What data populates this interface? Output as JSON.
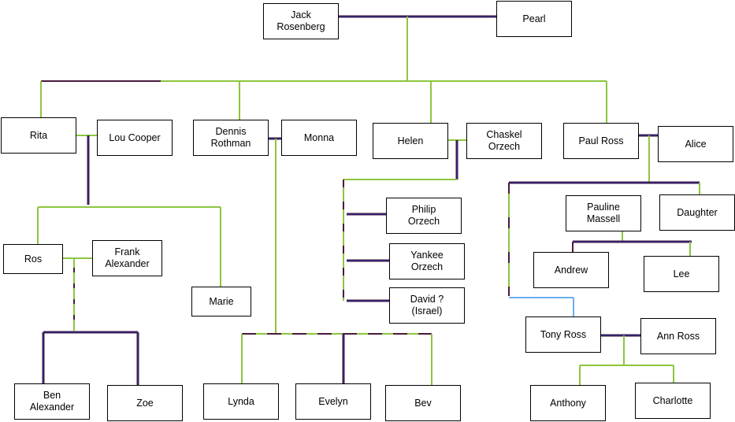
{
  "people": {
    "jack": "Jack\nRosenberg",
    "pearl": "Pearl",
    "rita": "Rita",
    "lou": "Lou Cooper",
    "dennis": "Dennis\nRothman",
    "monna": "Monna",
    "helen": "Helen",
    "chaskel": "Chaskel\nOrzech",
    "paul": "Paul Ross",
    "alice": "Alice",
    "ros": "Ros",
    "frank": "Frank\nAlexander",
    "marie": "Marie",
    "philip": "Philip\nOrzech",
    "yankee": "Yankee\nOrzech",
    "david": "David ?\n(Israel)",
    "pauline": "Pauline\nMassell",
    "daughter": "Daughter",
    "andrew": "Andrew",
    "lee": "Lee",
    "tony": "Tony Ross",
    "annross": "Ann Ross",
    "ben": "Ben\nAlexander",
    "zoe": "Zoe",
    "lynda": "Lynda",
    "evelyn": "Evelyn",
    "bev": "Bev",
    "anthony": "Anthony",
    "charlotte": "Charlotte"
  },
  "colors": {
    "line": "#8cc63f",
    "couple_line": "#4a1a3a",
    "couple_accent": "#1a2aa0",
    "light_line": "#6aaef0",
    "box_border": "#000000"
  }
}
